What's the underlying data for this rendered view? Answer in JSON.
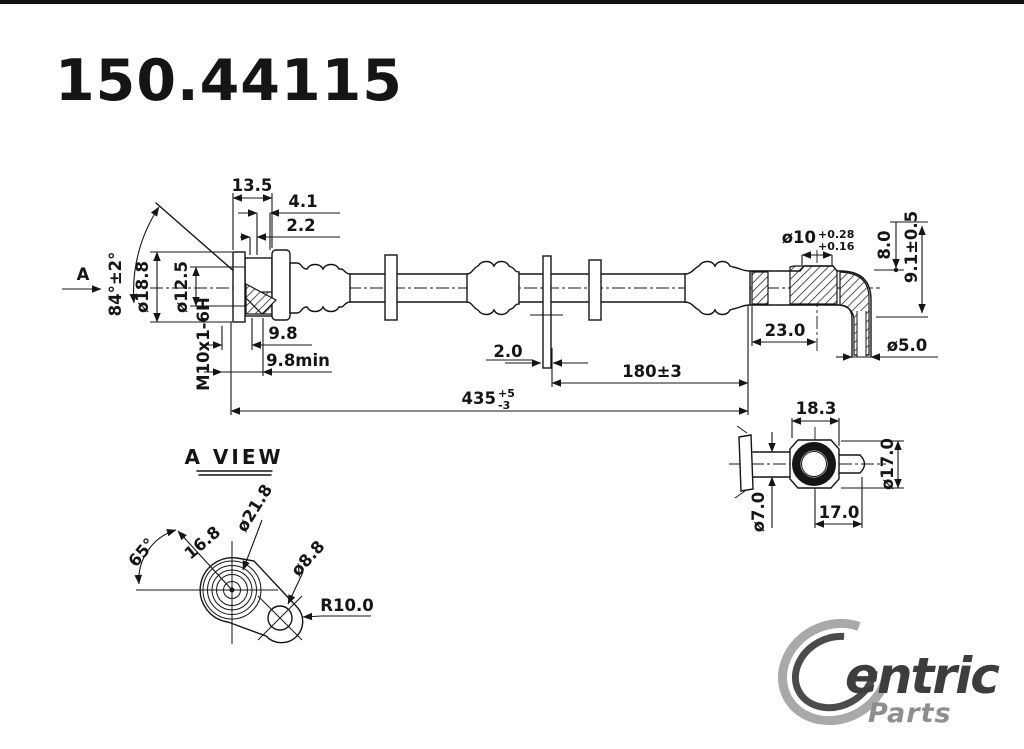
{
  "part_number": "150.44115",
  "main_view": {
    "view_arrow_label": "A",
    "dims": {
      "d13_5": "13.5",
      "d4_1": "4.1",
      "d2_2": "2.2",
      "angle": "84°±2°",
      "dia18_8": "ø18.8",
      "dia12_5": "ø12.5",
      "thread": "M10x1-6H",
      "d9_8": "9.8",
      "d9_8min": "9.8min",
      "d2_0": "2.0",
      "d180": "180±3",
      "d435": "435",
      "d435_plus": "+5",
      "d435_minus": "-3",
      "dia10": "ø10",
      "dia10_plus": "+0.28",
      "dia10_minus": "+0.16",
      "d8_0": "8.0",
      "d9_1": "9.1±0.5",
      "d23_0": "23.0",
      "dia5_0": "ø5.0"
    }
  },
  "end_view": {
    "dims": {
      "d18_3": "18.3",
      "dia7_0": "ø7.0",
      "d17_0": "17.0",
      "dia17_0": "ø17.0"
    }
  },
  "a_view": {
    "title": "A VIEW",
    "dims": {
      "angle": "65°",
      "d16_8": "16.8",
      "dia21_8": "ø21.8",
      "dia8_8": "ø8.8",
      "r10_0": "R10.0"
    }
  },
  "logo": {
    "name": "entric",
    "sub": "Parts"
  }
}
